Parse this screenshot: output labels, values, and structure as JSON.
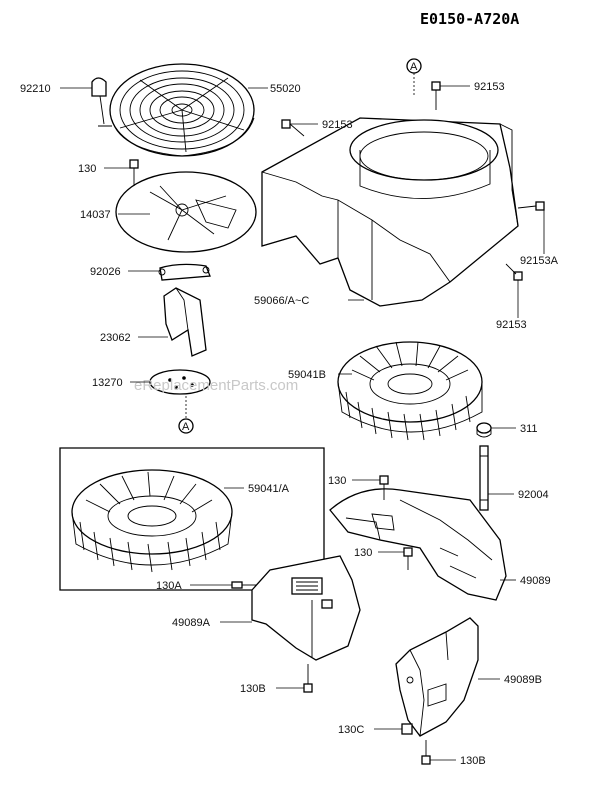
{
  "diagram_code": "E0150-A720A",
  "watermark": "eReplacementParts.com",
  "ref_marker": "A",
  "labels": {
    "p92210": "92210",
    "p55020": "55020",
    "p92153_top": "92153",
    "p92153_mid": "92153",
    "p130_a": "130",
    "p14037": "14037",
    "p92026": "92026",
    "p23062": "23062",
    "p13270": "13270",
    "p59066": "59066/A~C",
    "p92153A": "92153A",
    "p92153_low": "92153",
    "p59041B": "59041B",
    "p311": "311",
    "p59041A": "59041/A",
    "p130_b": "130",
    "p92004": "92004",
    "p130_c": "130",
    "p49089": "49089",
    "p130A": "130A",
    "p49089A": "49089A",
    "p49089B": "49089B",
    "p130B_a": "130B",
    "p130C": "130C",
    "p130B_b": "130B"
  },
  "colors": {
    "line": "#000000",
    "background": "#ffffff",
    "watermark": "#c8c8c8"
  }
}
